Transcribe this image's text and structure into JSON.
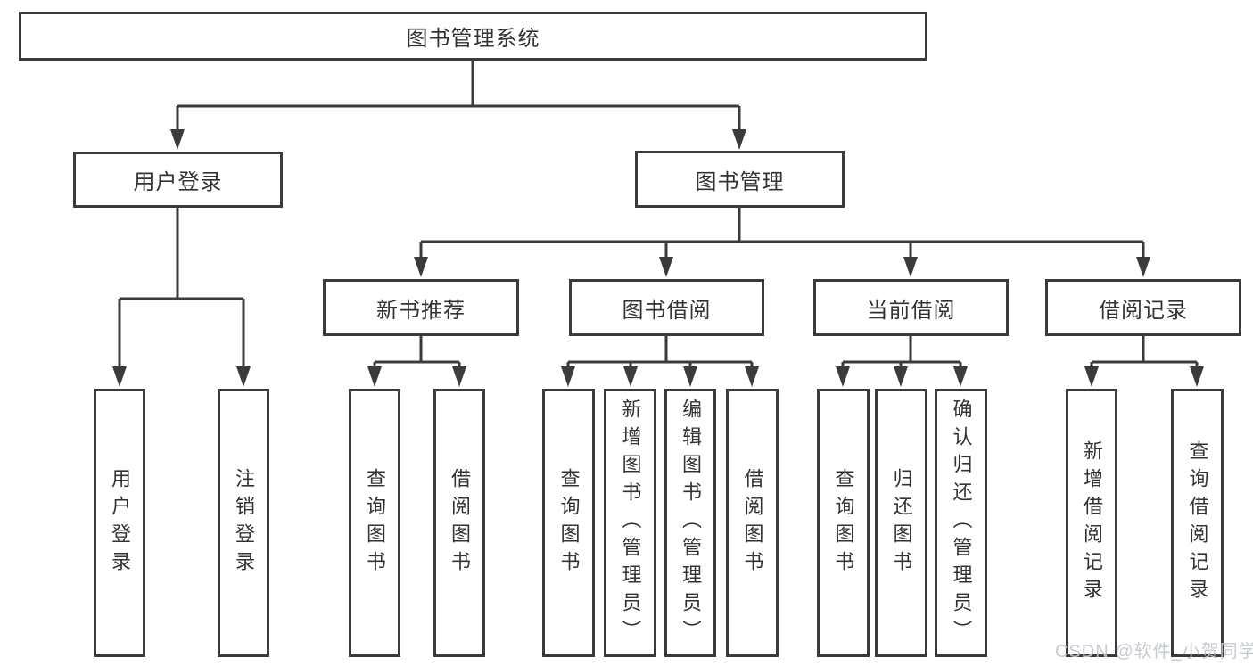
{
  "diagram": {
    "root": {
      "label": "图书管理系统"
    },
    "children": [
      {
        "label": "用户登录",
        "children": [
          {
            "label": "用户登录"
          },
          {
            "label": "注销登录"
          }
        ]
      },
      {
        "label": "图书管理",
        "children": [
          {
            "label": "新书推荐",
            "children": [
              {
                "label": "查询图书"
              },
              {
                "label": "借阅图书"
              }
            ]
          },
          {
            "label": "图书借阅",
            "children": [
              {
                "label": "查询图书"
              },
              {
                "label": "新增图书（管理员）"
              },
              {
                "label": "编辑图书（管理员）"
              },
              {
                "label": "借阅图书"
              }
            ]
          },
          {
            "label": "当前借阅",
            "children": [
              {
                "label": "查询图书"
              },
              {
                "label": "归还图书"
              },
              {
                "label": "确认归还（管理员）"
              }
            ]
          },
          {
            "label": "借阅记录",
            "children": [
              {
                "label": "新增借阅记录"
              },
              {
                "label": "查询借阅记录"
              }
            ]
          }
        ]
      }
    ]
  },
  "watermark": {
    "text": "CSDN @软件_小贺同学",
    "color": "#c3c9d0"
  },
  "colors": {
    "line": "#3b3b3d",
    "text": "#333333",
    "background": "#ffffff"
  }
}
